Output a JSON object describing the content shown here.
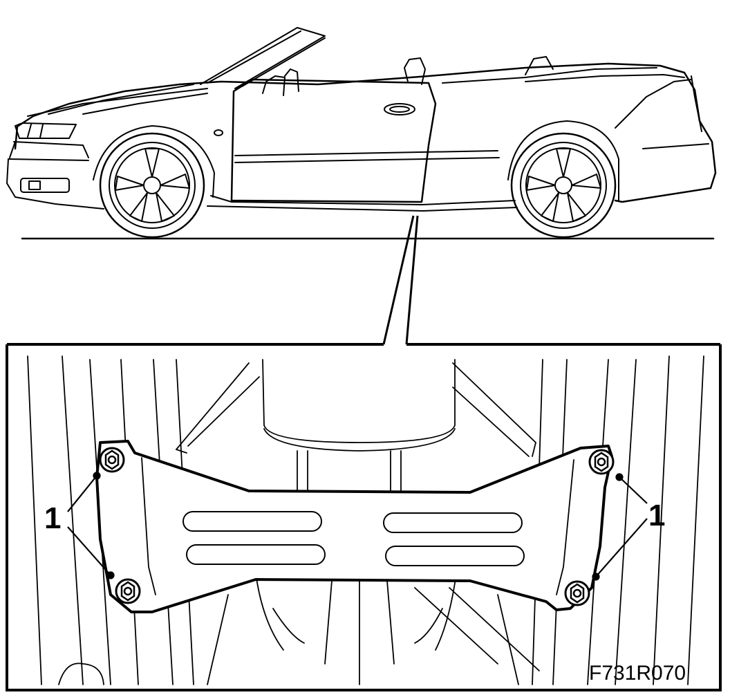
{
  "callouts": {
    "left": "1",
    "right": "1"
  },
  "figure_id": "F731R070",
  "icons": [
    "convertible-car-side-view-icon",
    "underbody-brace-plate-icon",
    "mounting-bolt-icon"
  ]
}
